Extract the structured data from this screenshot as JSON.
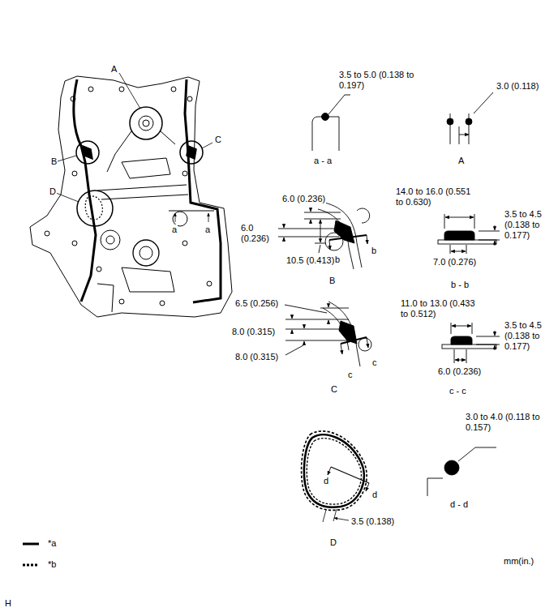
{
  "diagram": {
    "labels": [
      "A",
      "C",
      "B",
      "D",
      "a",
      "a",
      "3.5 to 5.0 (0.138 to 0.197)",
      "a - a",
      "3.0 (0.118)",
      "A",
      "6.0 (0.236)",
      "6.0 (0.236)",
      "10.5 (0.413)",
      "b",
      "b",
      "B",
      "14.0 to 16.0 (0.551 to 0.630)",
      "3.5 to 4.5 (0.138 to 0.177)",
      "7.0 (0.276)",
      "b - b",
      "6.5 (0.256)",
      "8.0 (0.315)",
      "8.0 (0.315)",
      "c",
      "c",
      "C",
      "11.0 to 13.0 (0.433 to 0.512)",
      "3.5 to 4.5 (0.138 to 0.177)",
      "6.0 (0.236)",
      "c - c",
      "3.0 to 4.0 (0.118 to 0.157)",
      "d",
      "d",
      "d - d",
      "3.5 (0.138)",
      "D",
      "mm(in.)",
      "H"
    ],
    "legend": [
      {
        "text": "*a"
      },
      {
        "text": "*b"
      }
    ]
  }
}
